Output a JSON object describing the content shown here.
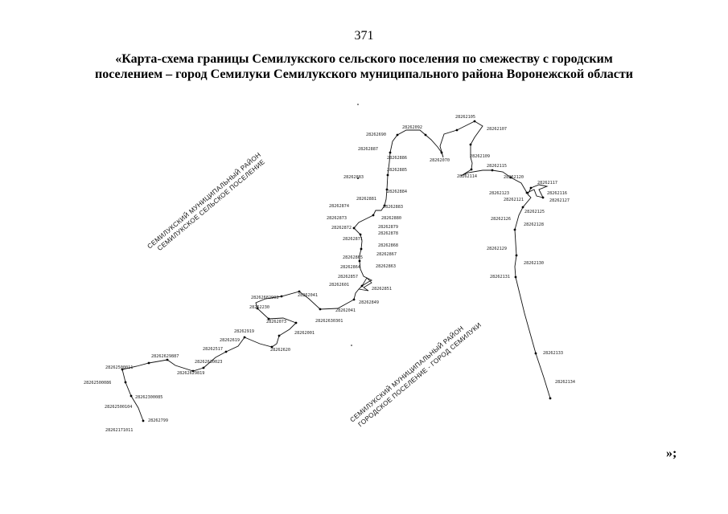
{
  "page": {
    "number": "371",
    "closing": "»;"
  },
  "title": {
    "line1": "«Карта-схема границы Семилукского сельского поселения по смежеству с городским",
    "line2": "поселением – город Семилуки Семилукского муниципального района Воронежской области"
  },
  "map": {
    "region_left": {
      "line1": "СЕМИЛУКСКИЙ МУНИЦИПАЛЬНЫЙ РАЙОН",
      "line2": "СЕМИЛУКСКОЕ СЕЛЬСКОЕ ПОСЕЛЕНИЕ"
    },
    "region_right": {
      "line1": "СЕМИЛУКСКИЙ МУНИЦИПАЛЬНЫЙ РАЙОН",
      "line2": "ГОРОДСКОЕ ПОСЕЛЕНИЕ - ГОРОД СЕМИЛУКИ"
    },
    "points": [
      "28262171011",
      "28262799",
      "28262500104",
      "28262300085",
      "28262500086",
      "28262500011",
      "28262629887",
      "28262629819",
      "28262630023",
      "28262517",
      "28262619",
      "28262919",
      "28262073",
      "28262620",
      "28262230",
      "28262682903",
      "28262041",
      "28262001",
      "28262630301",
      "28262041",
      "28262849",
      "28262851",
      "28262601",
      "28262857",
      "28262864",
      "28262863",
      "28262865",
      "28262867",
      "28262868",
      "28262871",
      "28262872",
      "28262873",
      "28262874",
      "28262879",
      "28262878",
      "28262880",
      "28262883",
      "28262881",
      "28262884",
      "28262883",
      "28262885",
      "28262886",
      "28262887",
      "28262690",
      "28262092",
      "28262070",
      "28262105",
      "28262107",
      "28262109",
      "28262115",
      "28262114",
      "28262120",
      "28262117",
      "28262121",
      "28262116",
      "28262123",
      "28262125",
      "28262127",
      "28262126",
      "28262128",
      "28262129",
      "28262130",
      "28262131",
      "28262133",
      "28262134"
    ]
  }
}
